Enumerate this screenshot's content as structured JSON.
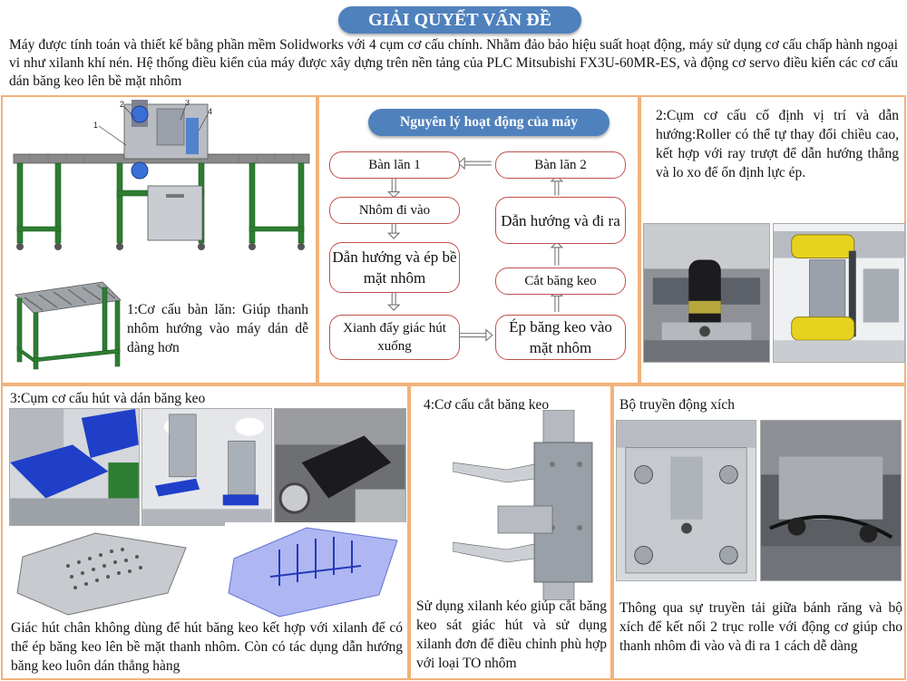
{
  "header": {
    "title": "GIẢI QUYẾT VẤN ĐỀ",
    "intro": "Máy được tính toán và thiết kế bằng phần mềm Solidworks với 4 cụm cơ cấu chính. Nhằm đảo bảo hiệu suất hoạt động, máy sử dụng cơ cấu chấp hành ngoại vi như xilanh khí nén. Hệ thống điều kiển của máy được xây dựng trên nền tảng của PLC Mitsubishi FX3U-60MR-ES, và động cơ servo điều kiển các cơ cấu dán băng keo lên bề mặt nhôm"
  },
  "machine_panel": {
    "callouts": [
      "1",
      "2",
      "3",
      "4"
    ],
    "caption": "1:Cơ cấu bàn lăn: Giúp thanh nhôm hướng vào máy dán dễ dàng hơn"
  },
  "flow_panel": {
    "title": "Nguyên lý hoạt động của máy",
    "nodes": {
      "ban_lan_1": "Bàn lăn 1",
      "nhom_di_vao": "Nhôm đi vào",
      "dan_huong_ep": "Dẫn hướng và ép bề mặt nhôm",
      "xilanh_day": "Xianh đẩy giác hút xuống",
      "ep_bang_keo": "Ép băng keo vào mặt nhôm",
      "cat_bang_keo": "Cắt băng keo",
      "dan_huong_ra": "Dẫn hướng và đi ra",
      "ban_lan_2": "Bàn lăn 2"
    }
  },
  "roller_panel": {
    "text": "2:Cụm cơ cấu cố định vị trí và dẫn hướng:Roller có thể tự thay đổi chiều cao, kết hợp với ray trượt để dẫn hướng thẳng và lo xo để ổn định lực ép."
  },
  "suction_panel": {
    "title": "3:Cụm cơ cấu hút và dán băng keo",
    "text": "Giác hút chân không dùng để hút băng keo kết hợp với xilanh để có thể ép băng keo lên bề mặt thanh nhôm. Còn có tác dụng dẫn hướng băng keo luôn dán thẳng hàng"
  },
  "cutter_panel": {
    "title": "4:Cơ cấu cắt băng keo",
    "text": "Sử dụng xilanh kéo giúp cắt băng keo sát giác hút và sử dụng xilanh đơn để điều chỉnh phù hợp với loại TO nhôm"
  },
  "chain_panel": {
    "title": "Bộ truyền động xích",
    "text": "Thông qua sự truyền tải giữa bánh răng và bộ xích để kết nối 2 trục rolle với động cơ giúp cho thanh nhôm đi vào và đi ra 1 cách dễ dàng"
  },
  "colors": {
    "title_blue": "#4f81bd",
    "panel_border": "#f2b27a",
    "flow_border": "#c0504d",
    "frame_green": "#2e7d32",
    "cup_blue": "#1f3fc9"
  }
}
